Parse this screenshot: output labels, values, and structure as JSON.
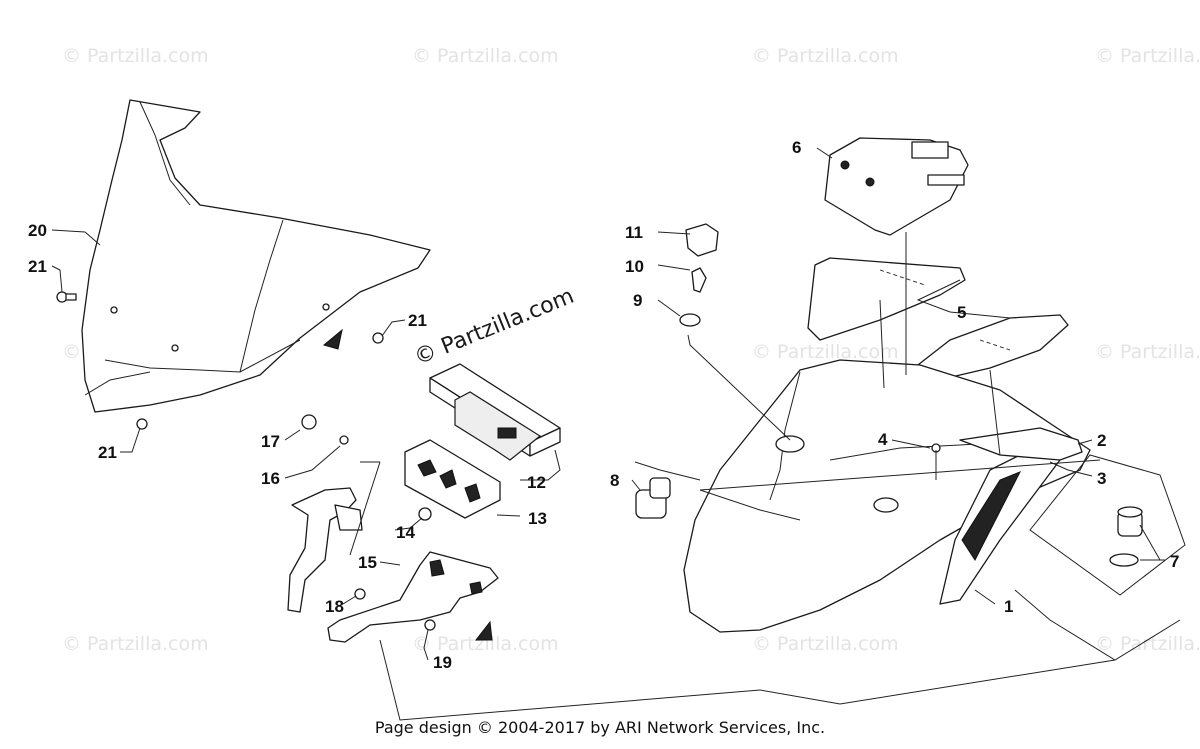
{
  "watermark": {
    "text": "© Partzilla.com",
    "center_text": "© Partzilla.com"
  },
  "callouts": [
    "1",
    "2",
    "3",
    "4",
    "5",
    "6",
    "7",
    "8",
    "9",
    "10",
    "11",
    "12",
    "13",
    "14",
    "15",
    "16",
    "17",
    "18",
    "19",
    "20",
    "21"
  ],
  "footer": {
    "text": "Page design © 2004-2017 by ARI Network Services, Inc."
  }
}
